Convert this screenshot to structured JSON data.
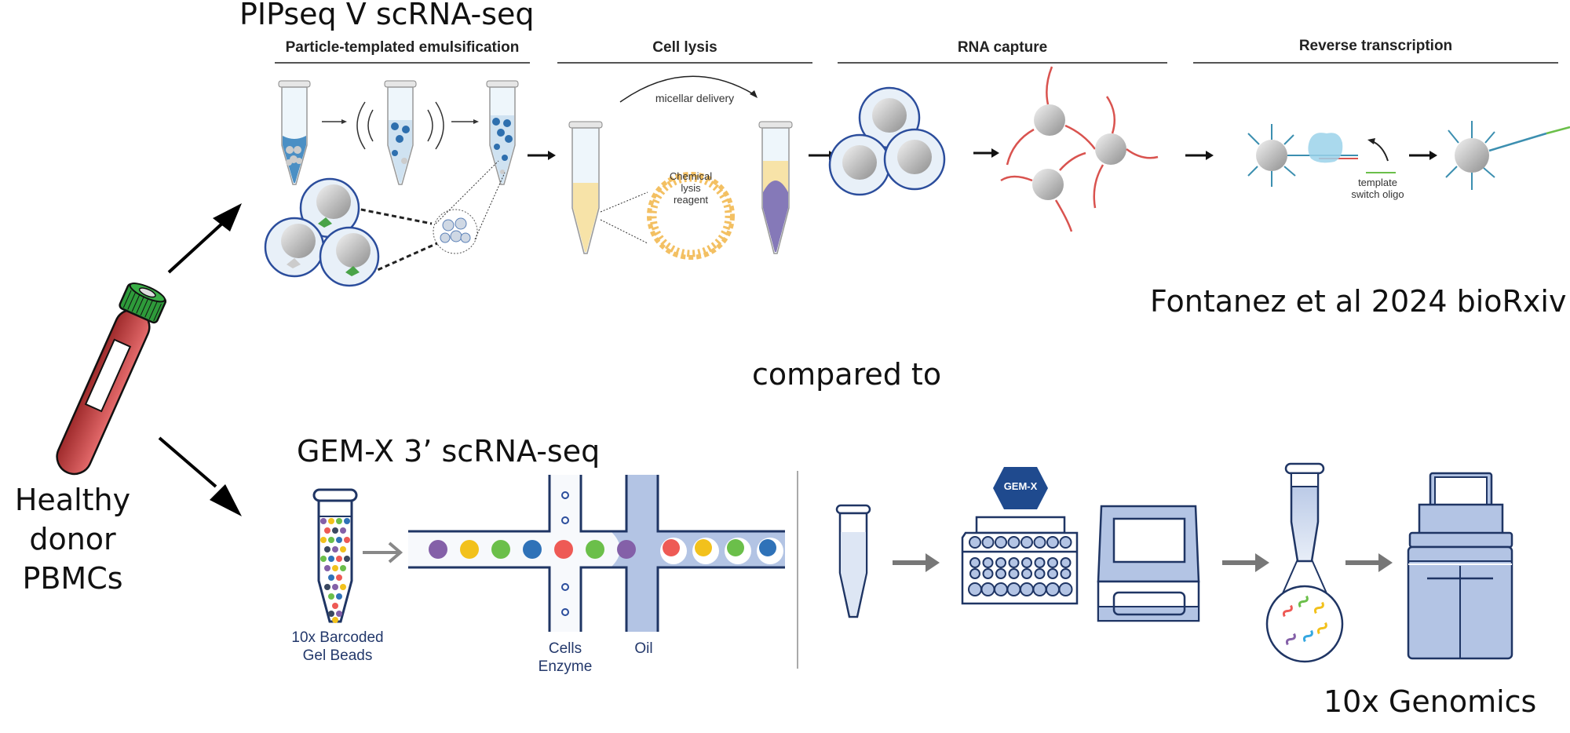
{
  "titles": {
    "pipseq": "PIPseq V scRNA-seq",
    "gemx": "GEM-X 3’ scRNA-seq",
    "compared": "compared to",
    "source_top": "Fontanez et al 2024 bioRxiv",
    "source_bottom": "10x Genomics",
    "sample": [
      "Healthy",
      "donor",
      "PBMCs"
    ]
  },
  "pipseq_steps": [
    {
      "label": "Particle-templated emulsification"
    },
    {
      "label": "Cell lysis"
    },
    {
      "label": "RNA capture"
    },
    {
      "label": "Reverse transcription"
    }
  ],
  "pipseq_annotations": {
    "micellar": "micellar delivery",
    "lysis_reagent": [
      "Chemical",
      "lysis",
      "reagent"
    ],
    "tso": [
      "template",
      "switch oligo"
    ]
  },
  "gemx_annotations": {
    "beads": [
      "10x Barcoded",
      "Gel Beads"
    ],
    "cells": [
      "Cells",
      "Enzyme"
    ],
    "oil": "Oil",
    "badge": "GEM-X"
  },
  "colors": {
    "blood_tube": "#c9474a",
    "cap_green": "#2e9b3a",
    "tenx_navy": "#1f3564",
    "tenx_fill": "#b3c4e4",
    "bead_purple": "#8460a8",
    "bead_yellow": "#f2c11c",
    "bead_green": "#6bbf4a",
    "bead_blue": "#2f72b8",
    "bead_red": "#ee5a55",
    "micelle": "#f3c063",
    "rna_red": "#d9534f",
    "oligo_blue": "#3c8fb0"
  }
}
